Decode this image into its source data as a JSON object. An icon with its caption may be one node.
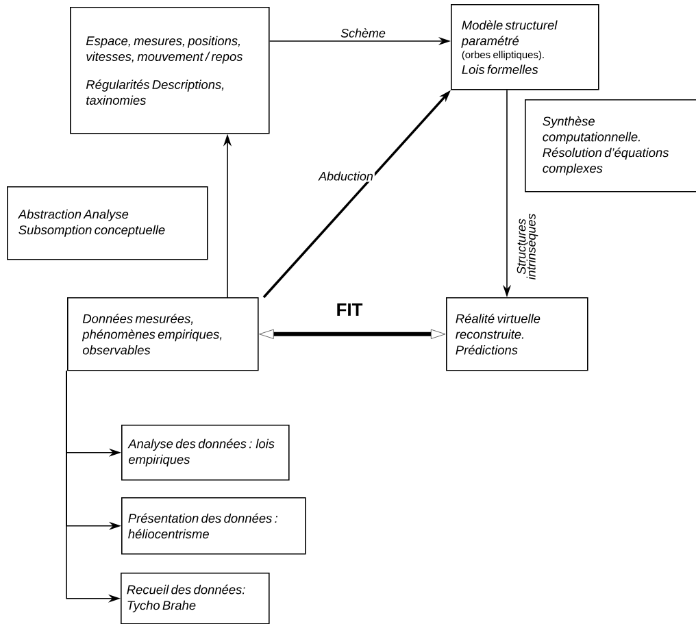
{
  "diagram": {
    "nodes": [
      {
        "text": [
          "Espace, mesures, positions, vitesses, mouvement / repos",
          "Régularités Descriptions, taxinomies"
        ]
      },
      {
        "text": [
          "Modèle structurel paramétré",
          "(orbes elliptiques).",
          "Lois formelles"
        ]
      },
      {
        "text": [
          "Abstraction Analyse Subsomption conceptuelle"
        ]
      },
      {
        "text": [
          "Synthèse computationnelle. Résolution d’équations complexes"
        ]
      },
      {
        "text": [
          "Données mesurées, phénomènes empiriques, observables"
        ]
      },
      {
        "text": [
          "Réalité virtuelle reconstruite. Prédictions"
        ]
      },
      {
        "text": [
          "Analyse des données : lois empiriques"
        ]
      },
      {
        "text": [
          "Présentation des données : héliocentrisme"
        ]
      },
      {
        "text": [
          "Recueil des données: Tycho Brahe"
        ]
      }
    ],
    "edges": [
      {
        "from": 0,
        "to": 1,
        "arrow": "to",
        "label": "Schème"
      },
      {
        "from": 4,
        "to": 0,
        "arrow": "to"
      },
      {
        "from": 4,
        "to": 1,
        "arrow": "to",
        "label": "Abduction",
        "style": "thick"
      },
      {
        "from": 1,
        "to": 5,
        "arrow": "to",
        "label": "Structures intrinsèques"
      },
      {
        "from": 4,
        "to": 5,
        "arrow": "both",
        "label": "FIT",
        "style": "thick"
      },
      {
        "from": 4,
        "to": 6,
        "arrow": "to"
      },
      {
        "from": 4,
        "to": 7,
        "arrow": "to"
      },
      {
        "from": 4,
        "to": 8,
        "arrow": "to"
      }
    ]
  }
}
